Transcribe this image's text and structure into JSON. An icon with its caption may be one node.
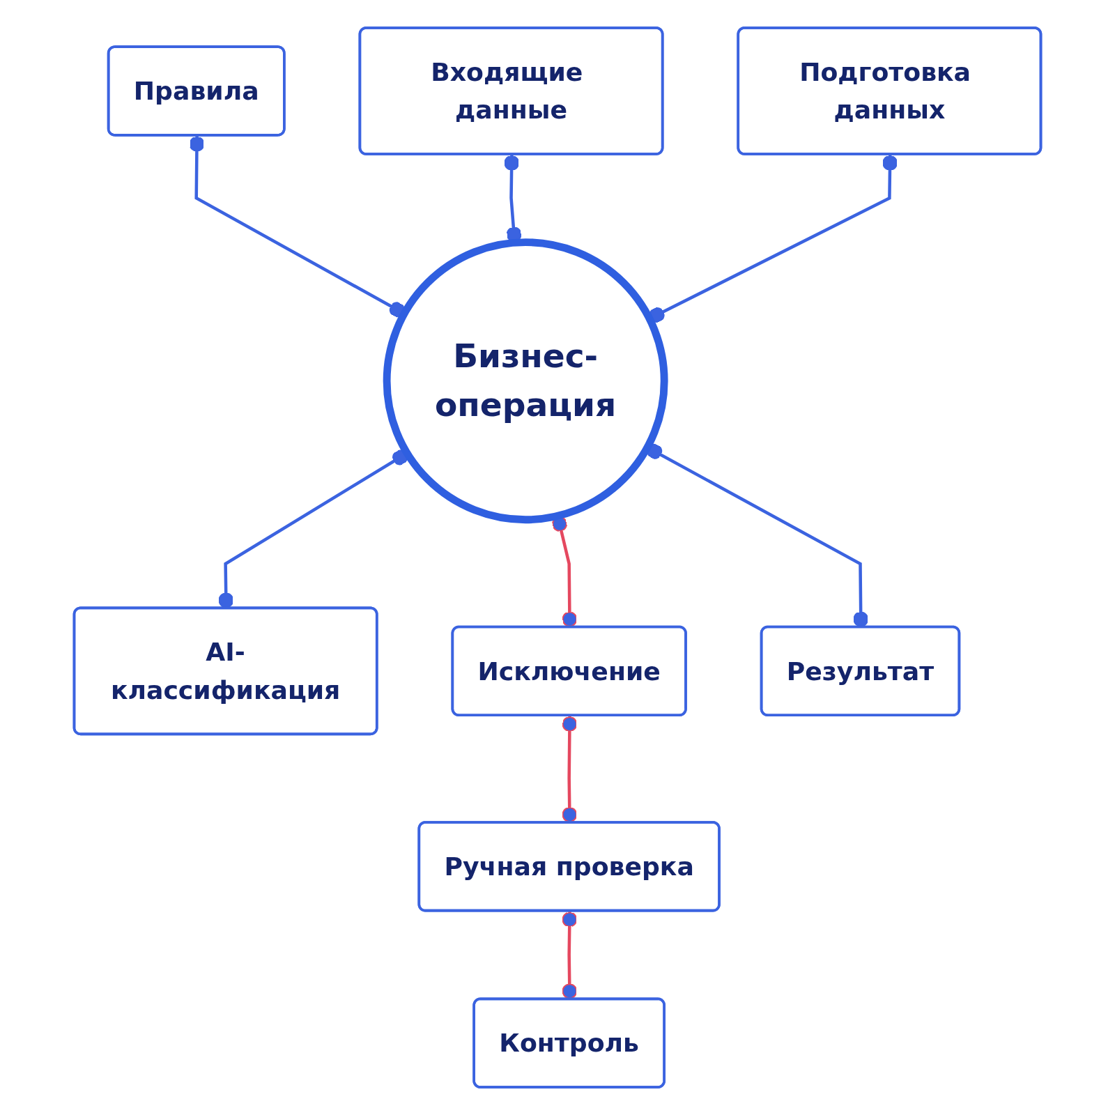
{
  "diagram": {
    "nodes": [
      {
        "text": [
          "Правила"
        ]
      },
      {
        "text": [
          "Входящие данные"
        ]
      },
      {
        "text": [
          "Подготовка данных"
        ]
      },
      {
        "text": [
          "Бизнес-операция"
        ]
      },
      {
        "text": [
          "AI-классификация"
        ]
      },
      {
        "text": [
          "Исключение"
        ]
      },
      {
        "text": [
          "Результат"
        ]
      },
      {
        "text": [
          "Ручная проверка"
        ]
      },
      {
        "text": [
          "Контроль"
        ]
      }
    ],
    "edges": [
      {
        "from": 0,
        "to": 3,
        "arrow": "other"
      },
      {
        "from": 1,
        "to": 3,
        "arrow": "other"
      },
      {
        "from": 2,
        "to": 3,
        "arrow": "other"
      },
      {
        "from": 3,
        "to": 4,
        "arrow": "other"
      },
      {
        "from": 3,
        "to": 5,
        "arrow": "other",
        "color": "#e5485f"
      },
      {
        "from": 3,
        "to": 6,
        "arrow": "other"
      },
      {
        "from": 5,
        "to": 7,
        "arrow": "other",
        "color": "#e5485f"
      },
      {
        "from": 7,
        "to": 8,
        "arrow": "other",
        "color": "#e5485f"
      }
    ]
  }
}
